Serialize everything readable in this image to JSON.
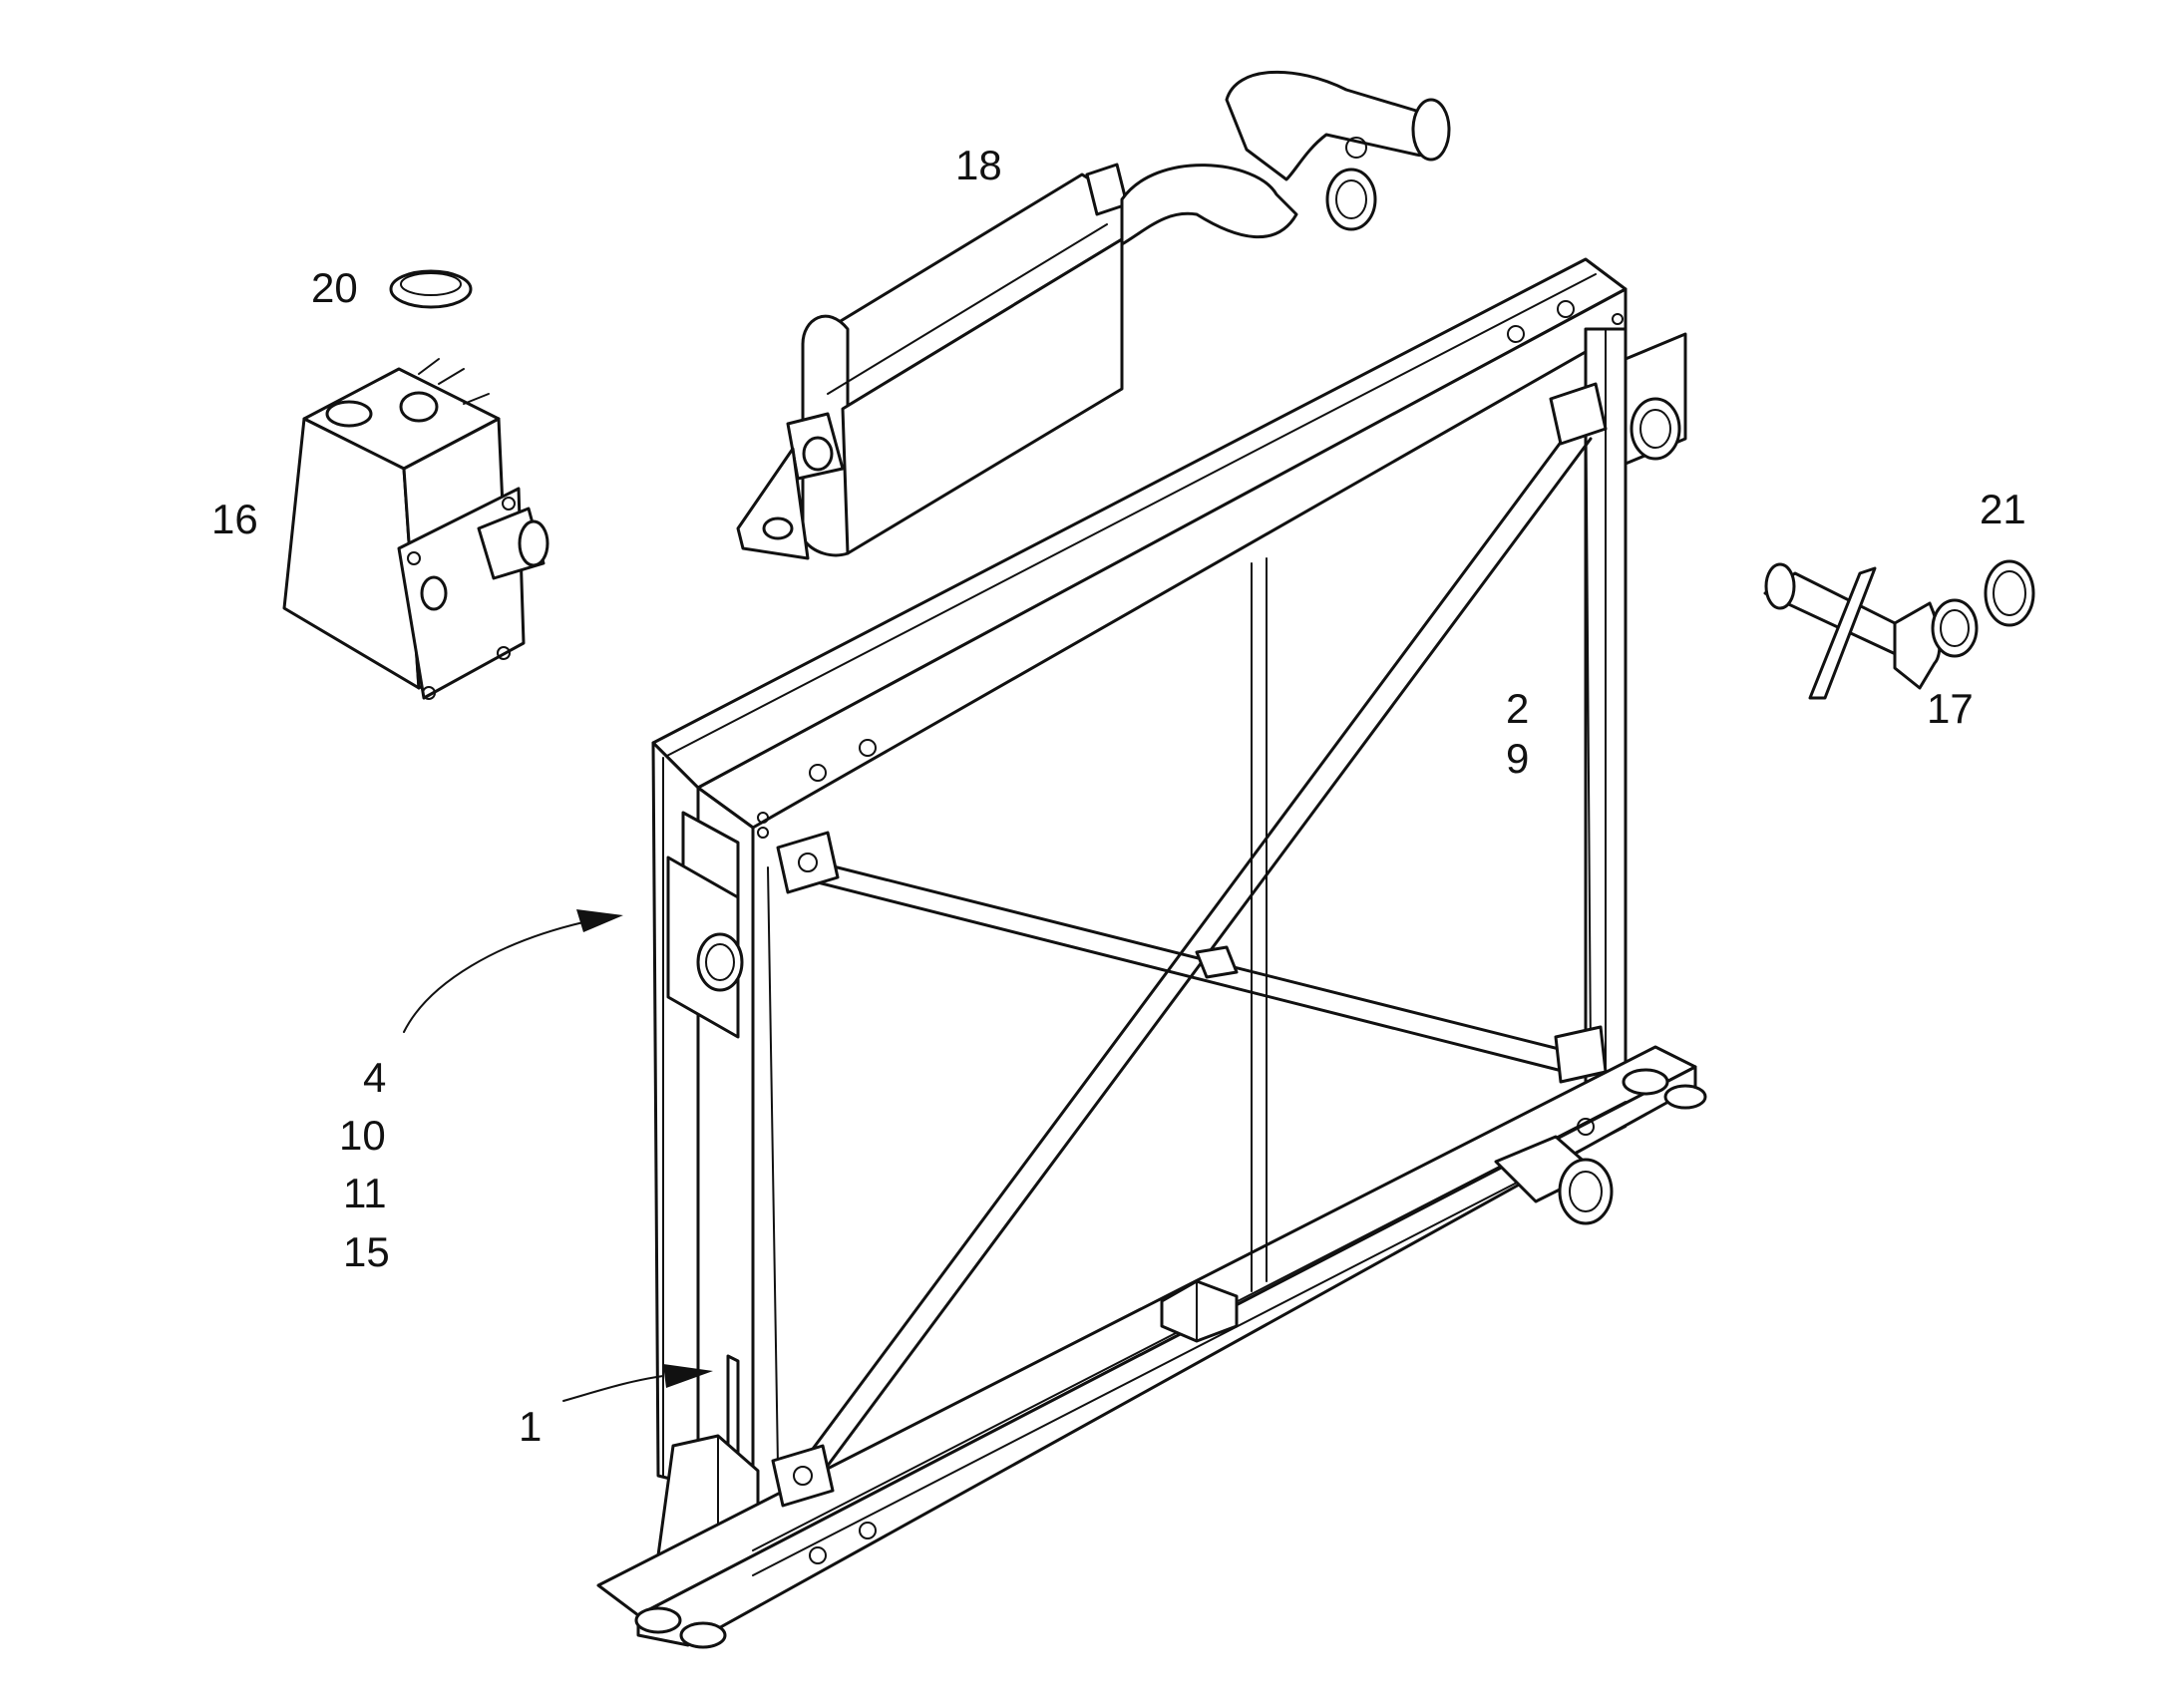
{
  "callouts": {
    "c18": "18",
    "c20": "20",
    "c16": "16",
    "c21": "21",
    "c17": "17",
    "c2": "2",
    "c9": "9",
    "c4": "4",
    "c10": "10",
    "c11": "11",
    "c15": "15",
    "c1": "1"
  },
  "colors": {
    "line": "#111111",
    "background": "#ffffff"
  }
}
